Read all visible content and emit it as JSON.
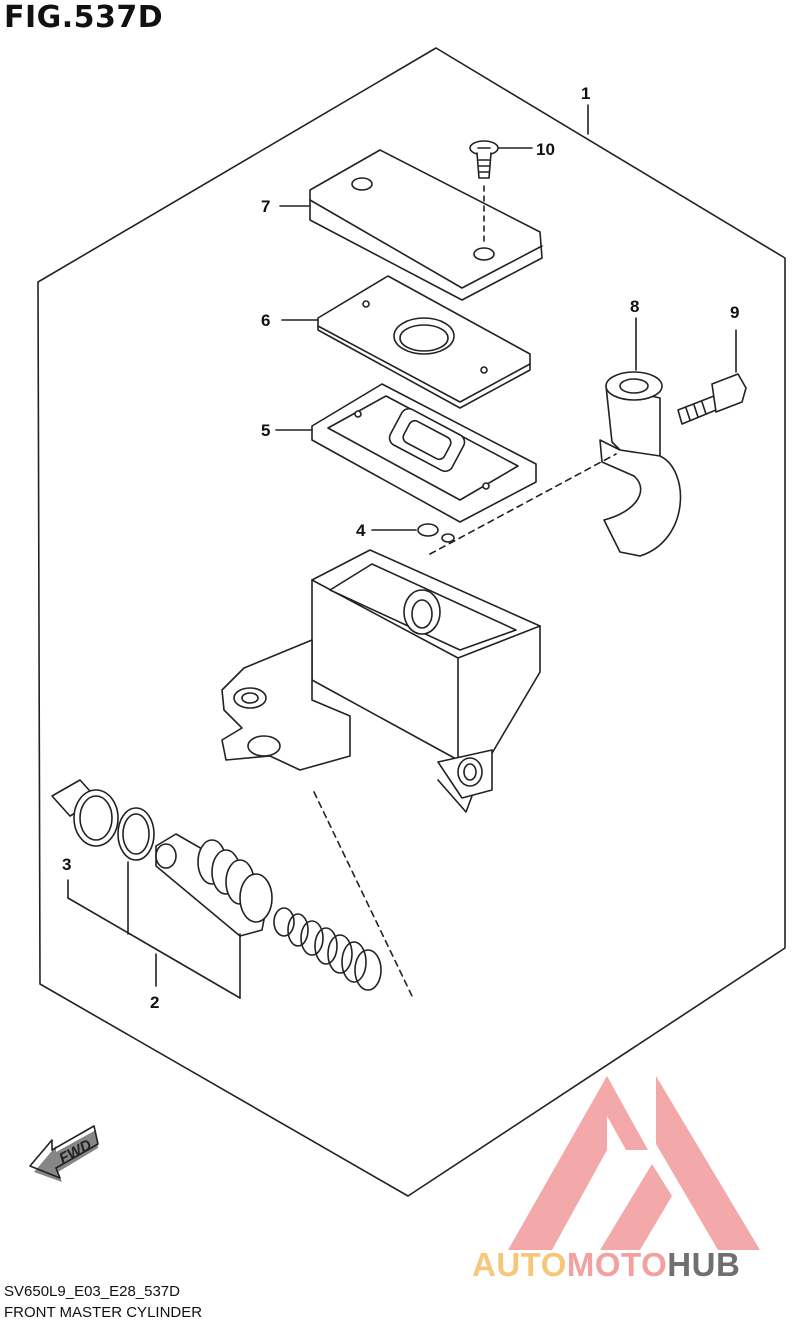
{
  "figure": {
    "title": "FIG.537D"
  },
  "callouts": [
    "1",
    "2",
    "3",
    "4",
    "5",
    "6",
    "7",
    "8",
    "9",
    "10"
  ],
  "footer": {
    "code": "SV650L9_E03_E28_537D",
    "caption": "FRONT MASTER CYLINDER"
  },
  "watermark": {
    "segments": [
      {
        "text": "AUTO",
        "color": "#f6c77a"
      },
      {
        "text": "MOTO",
        "color": "#f2a0a0"
      },
      {
        "text": "HUB",
        "color": "#707070"
      }
    ]
  },
  "fwd_label": "FWD"
}
